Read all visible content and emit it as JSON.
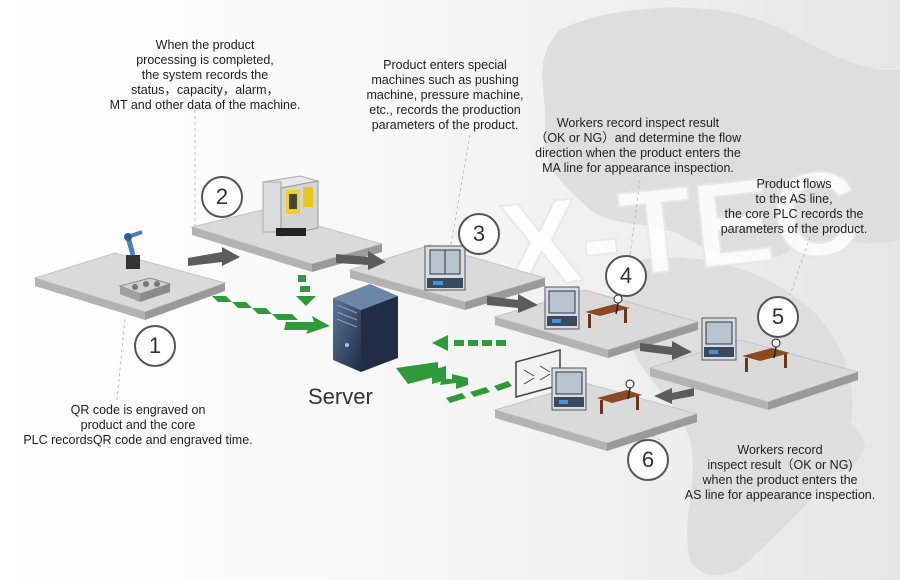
{
  "watermark": "X-TEC",
  "colors": {
    "platform_top": "#d9d9d9",
    "platform_side": "#a7a7a7",
    "gray_arrow": "#5c5c5c",
    "green_arrow": "#2f9a3a",
    "server": "#2c3f5a",
    "table": "#8b4a22"
  },
  "steps": [
    {
      "number": "1",
      "caption": "QR code is engraved on\nproduct and the core\nPLC recordsQR code and engraved time."
    },
    {
      "number": "2",
      "caption": "When the product\nprocessing is completed,\nthe system records the\nstatus，capacity，alarm，\nMT and other data of the machine."
    },
    {
      "number": "3",
      "caption": "Product enters special\nmachines such as pushing\nmachine, pressure machine,\netc., records the production\nparameters of the product."
    },
    {
      "number": "4",
      "caption": "Workers record inspect result\n（OK or NG）and determine the flow\ndirection when the product enters the\nMA line for appearance inspection."
    },
    {
      "number": "5",
      "caption": "Product flows\nto the AS line,\nthe core PLC records the\nparameters of the product."
    },
    {
      "number": "6",
      "caption": "Workers record\ninspect result（OK or NG)\nwhen the product enters the\nAS line for appearance inspection."
    }
  ],
  "server": {
    "label": "Server"
  }
}
